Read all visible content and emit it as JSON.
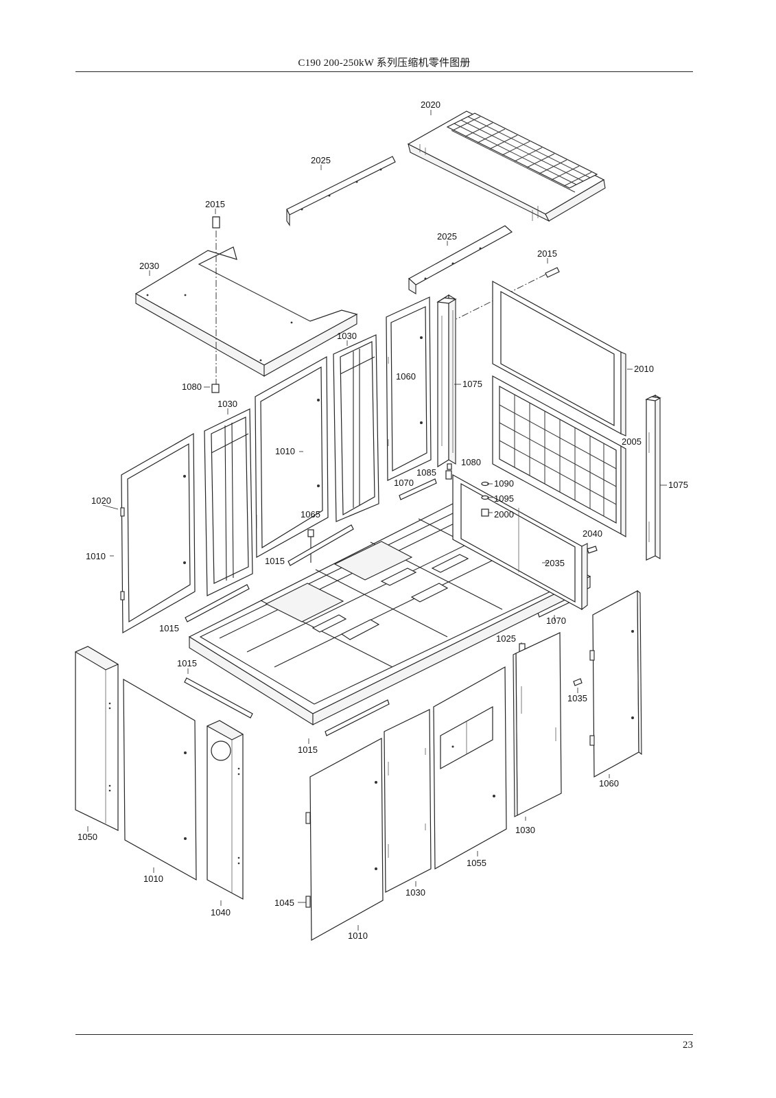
{
  "header": {
    "title": "C190 200-250kW 系列压缩机零件图册"
  },
  "footer": {
    "page_number": "23"
  },
  "callouts": {
    "c2020": "2020",
    "c2025a": "2025",
    "c2025b": "2025",
    "c2015a": "2015",
    "c2015b": "2015",
    "c2030": "2030",
    "c2010": "2010",
    "c2005": "2005",
    "c1075a": "1075",
    "c1075b": "1075",
    "c1030a": "1030",
    "c1030b": "1030",
    "c1030c": "1030",
    "c1030d": "1030",
    "c1060a": "1060",
    "c1060b": "1060",
    "c1080a": "1080",
    "c1080b": "1080",
    "c1010a": "1010",
    "c1010b": "1010",
    "c1010c": "1010",
    "c1010d": "1010",
    "c1020": "1020",
    "c1065": "1065",
    "c1015a": "1015",
    "c1015b": "1015",
    "c1015c": "1015",
    "c1015d": "1015",
    "c1085": "1085",
    "c1070a": "1070",
    "c1070b": "1070",
    "c1090": "1090",
    "c1095": "1095",
    "c2000": "2000",
    "c2040": "2040",
    "c2035": "2035",
    "c1025": "1025",
    "c1035": "1035",
    "c1050": "1050",
    "c1040": "1040",
    "c1045": "1045",
    "c1055": "1055"
  }
}
